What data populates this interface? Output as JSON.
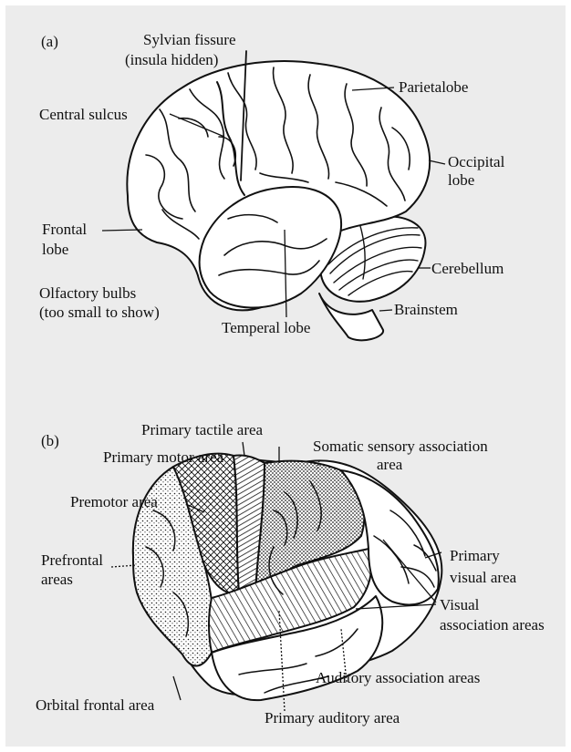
{
  "colors": {
    "background": "#ececec",
    "ink": "#111111",
    "brain_fill": "#ffffff"
  },
  "panel_a": {
    "tag": "(a)",
    "labels": {
      "sylvian_fissure": "Sylvian fissure",
      "insula_hidden": "(insula hidden)",
      "parietal_lobe": "Parietalobe",
      "central_sulcus": "Central sulcus",
      "occipital_lobe_1": "Occipital",
      "occipital_lobe_2": "lobe",
      "frontal_lobe_1": "Frontal",
      "frontal_lobe_2": "lobe",
      "cerebellum": "Cerebellum",
      "olfactory_bulbs_1": "Olfactory bulbs",
      "olfactory_bulbs_2": "(too small to show)",
      "brainstem": "Brainstem",
      "temporal_lobe": "Temperal lobe"
    }
  },
  "panel_b": {
    "tag": "(b)",
    "labels": {
      "primary_tactile": "Primary tactile area",
      "primary_motor": "Primary motor area",
      "somatic_sensory_1": "Somatic sensory association",
      "somatic_sensory_2": "area",
      "premotor": "Premotor area",
      "primary_visual_1": "Primary",
      "primary_visual_2": "visual area",
      "prefrontal_1": "Prefrontal",
      "prefrontal_2": "areas",
      "visual_assoc_1": "Visual",
      "visual_assoc_2": "association areas",
      "auditory_assoc": "Auditory association areas",
      "orbital_frontal": "Orbital frontal area",
      "primary_auditory": "Primary auditory area"
    }
  }
}
